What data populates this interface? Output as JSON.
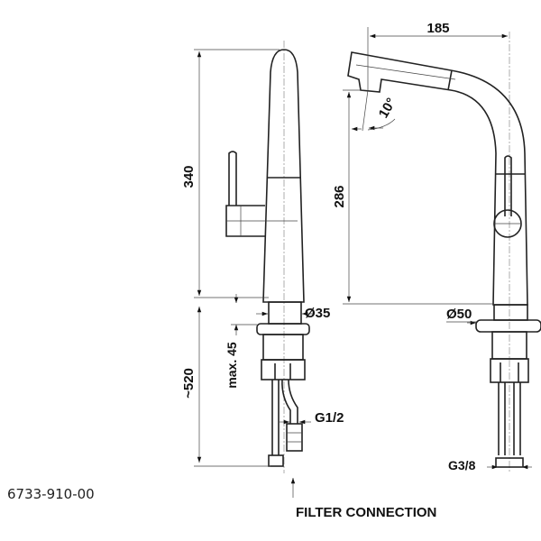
{
  "product_code": "6733-910-00",
  "dimensions": {
    "total_height": "340",
    "below_counter": "~520",
    "max_counter_thickness": "max. 45",
    "base_diameter_side": "Ø35",
    "base_diameter_front": "Ø50",
    "spout_reach": "185",
    "spout_height": "286",
    "spout_angle": "10°",
    "inlet_thread_filter": "G1/2",
    "inlet_thread_supply": "G3/8"
  },
  "filter_label": "FILTER CONNECTION"
}
